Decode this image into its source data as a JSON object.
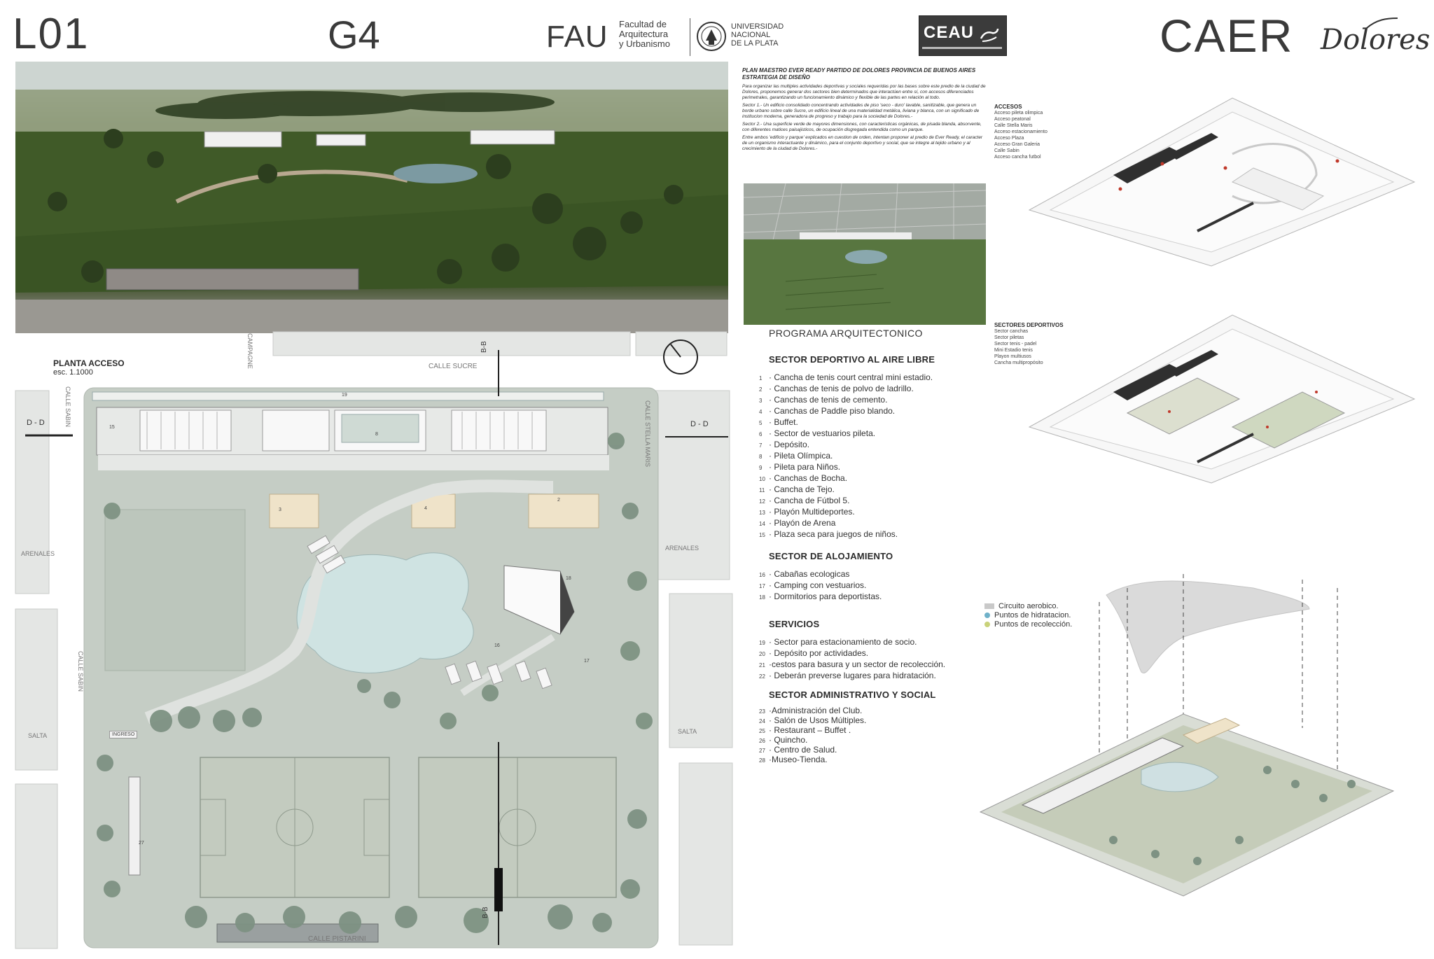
{
  "header": {
    "sheet_code": "L01",
    "group": "G4",
    "fau_logo_text": "FAU",
    "faculty_lines": [
      "Facultad de",
      "Arquitectura",
      "y Urbanismo"
    ],
    "university_lines": [
      "UNIVERSIDAD",
      "NACIONAL",
      "DE LA PLATA"
    ],
    "ceau_logo_text": "CEAU",
    "brand": "CAER",
    "brand_script": "Dolores"
  },
  "memoria": {
    "title": "PLAN MAESTRO EVER READY PARTIDO DE DOLORES PROVINCIA DE BUENOS AIRES",
    "subtitle": "ESTRATEGIA DE DISEÑO",
    "paragraphs": [
      "Para organizar las multiples actividades deportivas y sociales requeridas por las bases sobre este predio de la ciudad de Dolores, proponemos generar dos sectores bien determinados que interactúen entre sí, con accesos diferenciados perimetrales, garantizando un funcionamiento dinámico y flexible de las partes en relación al todo.",
      "Sector 1.- Un edificio consolidado concentrando actividades de piso 'seco - duro' lavable, sanitizable, que genera un borde urbano sobre calle Sucre, un edificio lineal de una materialidad metálica, liviana y blanca, con un significado de institucion moderna, generadora de progreso y trabajo para la sociedad de Dolores.-",
      "Sector 2.- Una superficie verde de mayores dimensiones, con caracteristicas orgánicas, de pisada blanda, absorvente, con diferentes matices paisajisticos, de ocupación disgregada entendida como un parque.",
      "Entre ambos 'edificio y parque' explicados en cuestion de orden, intentan proponer al predio de Ever Ready, el caracter de un organismo interactuante y dinámico, para el conjunto deportivo y social, que se integre al tejido urbano y al crecimiento de la ciudad de Dolores.-"
    ]
  },
  "programa": {
    "title": "PROGRAMA ARQUITECTONICO",
    "sections": [
      {
        "title": "SECTOR DEPORTIVO AL AIRE LIBRE",
        "items": [
          {
            "n": "1",
            "text": "· Cancha de tenis court central mini estadio."
          },
          {
            "n": "2",
            "text": "· Canchas de tenis de polvo de ladrillo."
          },
          {
            "n": "3",
            "text": "· Canchas de tenis de cemento."
          },
          {
            "n": "4",
            "text": "· Canchas de Paddle piso blando."
          },
          {
            "n": "5",
            "text": "· Buffet."
          },
          {
            "n": "6",
            "text": "· Sector de vestuarios pileta."
          },
          {
            "n": "7",
            "text": "· Depósito."
          },
          {
            "n": "8",
            "text": "· Pileta Olímpica."
          },
          {
            "n": "9",
            "text": "· Pileta para Niños."
          },
          {
            "n": "10",
            "text": "· Canchas de Bocha."
          },
          {
            "n": "11",
            "text": "· Cancha de Tejo."
          },
          {
            "n": "12",
            "text": "· Cancha de Fútbol 5."
          },
          {
            "n": "13",
            "text": "· Playón Multideportes."
          },
          {
            "n": "14",
            "text": "· Playón de Arena"
          },
          {
            "n": "15",
            "text": "· Plaza seca para juegos de niños."
          }
        ]
      },
      {
        "title": "SECTOR DE ALOJAMIENTO",
        "items": [
          {
            "n": "16",
            "text": "· Cabañas ecologicas"
          },
          {
            "n": "17",
            "text": "· Camping con vestuarios."
          },
          {
            "n": "18",
            "text": "· Dormitorios para deportistas."
          }
        ]
      },
      {
        "title": "SERVICIOS",
        "items": [
          {
            "n": "19",
            "text": "· Sector para estacionamiento de socio."
          },
          {
            "n": "20",
            "text": "· Depósito por actividades."
          },
          {
            "n": "21",
            "text": "·cestos para basura y un sector de recolección."
          },
          {
            "n": "22",
            "text": "· Deberán preverse lugares para hidratación."
          }
        ]
      },
      {
        "title": "SECTOR ADMINISTRATIVO Y SOCIAL",
        "items": [
          {
            "n": "23",
            "text": "·Administración del Club."
          },
          {
            "n": "24",
            "text": "· Salón de Usos Múltiples."
          },
          {
            "n": "25",
            "text": "· Restaurant – Buffet ."
          },
          {
            "n": "26",
            "text": "· Quincho."
          },
          {
            "n": "27",
            "text": "· Centro de Salud."
          },
          {
            "n": "28",
            "text": "·Museo-Tienda."
          }
        ]
      }
    ]
  },
  "plan": {
    "title": "PLANTA ACCESO",
    "scale": "esc. 1.1000",
    "section_bb": "B-B",
    "section_dd": "D - D",
    "streets": {
      "top": "CALLE SUCRE",
      "bottom": "CALLE PISTARINI",
      "left": "CALLE SABIN",
      "right": "CALLE STELLA MARIS",
      "campagne": "CAMPAGNE",
      "arenales_left": "ARENALES",
      "arenales_right": "ARENALES",
      "salta_left": "SALTA",
      "salta_right": "SALTA",
      "sabin_lower": "CALLE SABIN"
    },
    "tags": [
      "15",
      "19",
      "8",
      "3",
      "4",
      "2",
      "16",
      "17",
      "18",
      "27"
    ],
    "ingreso": "INGRESO"
  },
  "axo_accesos": {
    "title": "ACCESOS",
    "items": [
      "Acceso pileta olimpica",
      "Acceso peatonal",
      "Calle Stella Maris",
      "Acceso estacionamiento",
      "Acceso Plaza",
      "Acceso Gran Galeria",
      "Calle Sabin",
      "Acceso cancha futbol"
    ]
  },
  "axo_sectores": {
    "title": "SECTORES DEPORTIVOS",
    "items": [
      "Sector canchas",
      "Sector piletas",
      "Sector tenis - padel",
      "Mini Estadio tenis",
      "Playon multiusos",
      "Cancha multipropósito"
    ]
  },
  "legend": {
    "items": [
      {
        "label": "Circuito aerobico.",
        "color": "#c9c9c9",
        "shape": "rect"
      },
      {
        "label": "Puntos de hidratacion.",
        "color": "#6fb1c9",
        "shape": "dot"
      },
      {
        "label": "Puntos de recolección.",
        "color": "#c9d27a",
        "shape": "dot"
      }
    ]
  }
}
